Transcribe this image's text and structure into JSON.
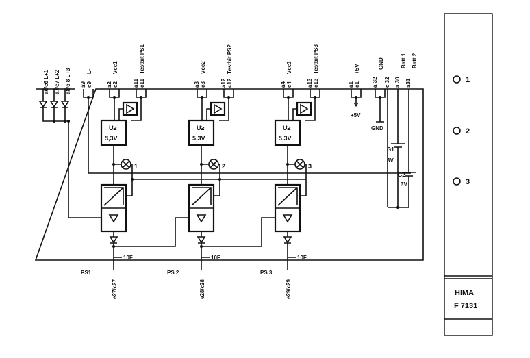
{
  "diagram": {
    "supply_labels": [
      "a6/c6 L+1",
      "a7/c7 L+2",
      "a8/c 8 L+3"
    ],
    "lminus": {
      "pins": [
        "a9",
        "c9"
      ],
      "label": "L-"
    },
    "channels": [
      {
        "pin_a": "a2",
        "pin_c": "c2",
        "vcc": "Vcc1",
        "pin_a2": "a11",
        "pin_c2": "c11",
        "testbit": "Testbit PS1",
        "comparator": [
          "U≥",
          "5,3V"
        ],
        "lamp": "1",
        "fuse": "10F",
        "ps": "PS1",
        "out": "e27/c27"
      },
      {
        "pin_a": "a3",
        "pin_c": "c3",
        "vcc": "Vcc2",
        "pin_a2": "a12",
        "pin_c2": "c12",
        "testbit": "Testbit PS2",
        "comparator": [
          "U≥",
          "5,3V"
        ],
        "lamp": "2",
        "fuse": "10F",
        "ps": "PS 2",
        "out": "e28/c28"
      },
      {
        "pin_a": "a4",
        "pin_c": "c4",
        "vcc": "Vcc3",
        "pin_a2": "a13",
        "pin_c2": "c13",
        "testbit": "Testbit PS3",
        "comparator": [
          "U≥",
          "5,3V"
        ],
        "lamp": "3",
        "fuse": "10F",
        "ps": "PS 3",
        "out": "e29/c29"
      }
    ],
    "right_pins": [
      {
        "pin": "a1",
        "label": "+5V"
      },
      {
        "pin": "c1",
        "label": ""
      },
      {
        "pin": "a 32",
        "label": "GND"
      },
      {
        "pin": "c 32",
        "label": ""
      },
      {
        "pin": "a 30",
        "label": "Batt.1"
      },
      {
        "pin": "a31",
        "label": "Batt.2"
      }
    ],
    "plus5v_label": "+5V",
    "gnd_label": "GND",
    "batteries": [
      {
        "name": "G1",
        "voltage": "3V"
      },
      {
        "name": "G2",
        "voltage": "3V"
      }
    ]
  },
  "panel": {
    "leds": [
      {
        "label": "1"
      },
      {
        "label": "2"
      },
      {
        "label": "3"
      }
    ],
    "brand": "HIMA",
    "model": "F 7131"
  }
}
